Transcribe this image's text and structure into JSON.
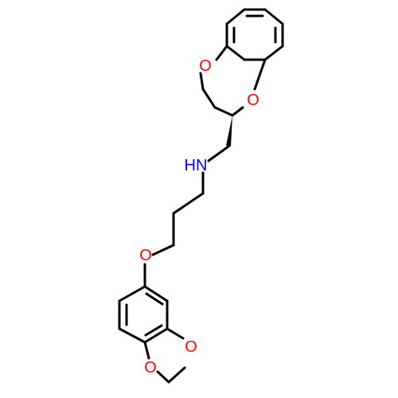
{
  "colors": {
    "bond": "#000000",
    "oxygen": "#ff0000",
    "nitrogen": "#0000ff",
    "background": "#ffffff"
  },
  "atoms": {
    "o_benzodioxane_upper": "O",
    "o_benzodioxane_lower": "O",
    "nh": "HN",
    "o_ether": "O",
    "o_dioxole_upper": "O",
    "o_dioxole_lower": "O"
  }
}
